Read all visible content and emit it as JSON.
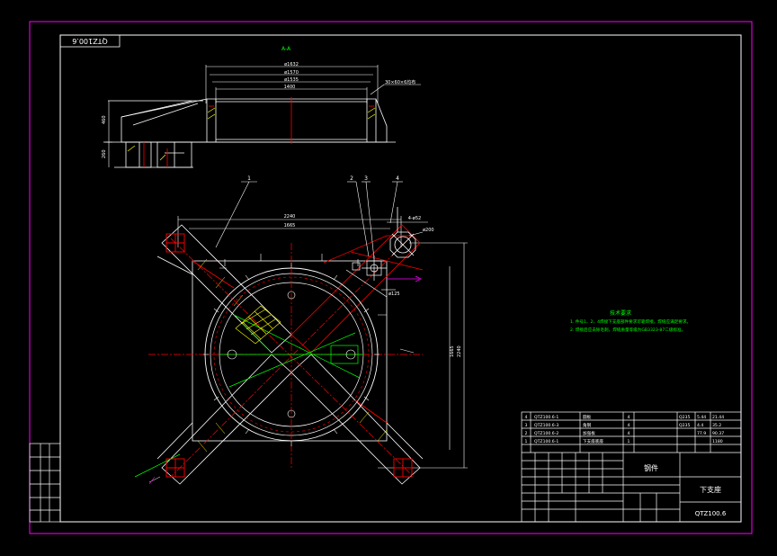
{
  "drawing": {
    "rotated_code": "QTZ100.6",
    "section_label": "A-A",
    "top_dims": [
      "ø1632",
      "ø1570",
      "ø1535",
      "1400"
    ],
    "callout_top": "30×60×6均布",
    "left_dims": [
      "460",
      "260"
    ],
    "plan_dims": [
      "2240",
      "1665"
    ],
    "right_dims": [
      "1665",
      "2240"
    ],
    "part_numbers": [
      "1",
      "2",
      "3",
      "4"
    ],
    "hole_label": "4-ø52",
    "hole_label2": "ø200",
    "small_dim": "ø125",
    "notes_title": "技术要求",
    "notes": [
      "1. 件号1、2、4焊接下支座部件要求可靠焊接，焊缝应满足要求。",
      "2. 焊接后应去除毛刺，焊缝质量等级为GB3323-87二级标准。"
    ]
  },
  "title_block": {
    "parts": [
      {
        "no": "4",
        "code": "QTZ100.6-1",
        "name": "圆板",
        "qty": "4",
        "mat": "Q235",
        "w1": "5.44",
        "w2": "21.44"
      },
      {
        "no": "3",
        "code": "QTZ100.6-3",
        "name": "角钢",
        "qty": "4",
        "mat": "Q235",
        "w1": "4.4",
        "w2": "35.2"
      },
      {
        "no": "2",
        "code": "QTZ100.6-2",
        "name": "加强板",
        "qty": "4",
        "mat": "",
        "w1": "77.9",
        "w2": "90.37"
      },
      {
        "no": "1",
        "code": "QTZ100.6-1",
        "name": "下支座底座",
        "qty": "1",
        "mat": "",
        "w1": "",
        "w2": "1180"
      }
    ],
    "part_name": "下支座",
    "drawing_code": "QTZ100.6",
    "material": "钢件"
  },
  "colors": {
    "frame": "#ff00ff",
    "line": "#ffffff",
    "center": "#ff0000",
    "hatch": "#ffff00",
    "dim": "#ffffff",
    "note": "#00ff00",
    "green": "#00ff00",
    "cyan": "#00ffff"
  }
}
